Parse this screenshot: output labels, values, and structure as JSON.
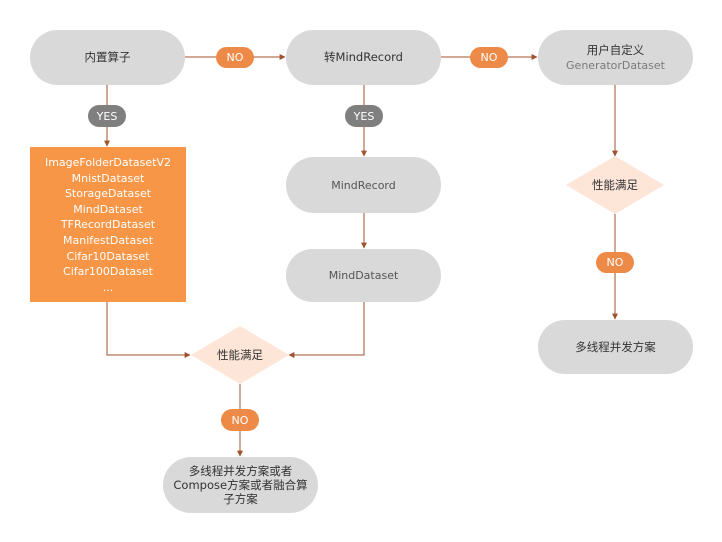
{
  "colors": {
    "pill_gray": "#d9d9d9",
    "orange_box": "#f79646",
    "diamond": "#fde5d8",
    "no_badge": "#ee8a47",
    "yes_badge": "#7f7f7f",
    "line": "#a0522d"
  },
  "nodes": {
    "builtin_op": "内置算子",
    "to_mindrecord": "转MindRecord",
    "user_defined": "用户自定义",
    "generator_dataset": "GeneratorDataset",
    "mindrecord": "MindRecord",
    "minddataset": "MindDataset",
    "perf_ok_left": "性能满足",
    "perf_ok_right": "性能满足",
    "multithread_right": "多线程并发方案",
    "multithread_bottom_line1": "多线程并发方案或者",
    "multithread_bottom_line2": "Compose方案或者融合算",
    "multithread_bottom_line3": "子方案"
  },
  "badges": {
    "no_top_left": "NO",
    "no_top_right": "NO",
    "yes_left": "YES",
    "yes_middle": "YES",
    "no_right_diamond": "NO",
    "no_bottom_diamond": "NO"
  },
  "builtin_datasets": [
    "ImageFolderDatasetV2",
    "MnistDataset",
    "StorageDataset",
    "MindDataset",
    "TFRecordDataset",
    "ManifestDataset",
    "Cifar10Dataset",
    "Cifar100Dataset",
    "..."
  ]
}
